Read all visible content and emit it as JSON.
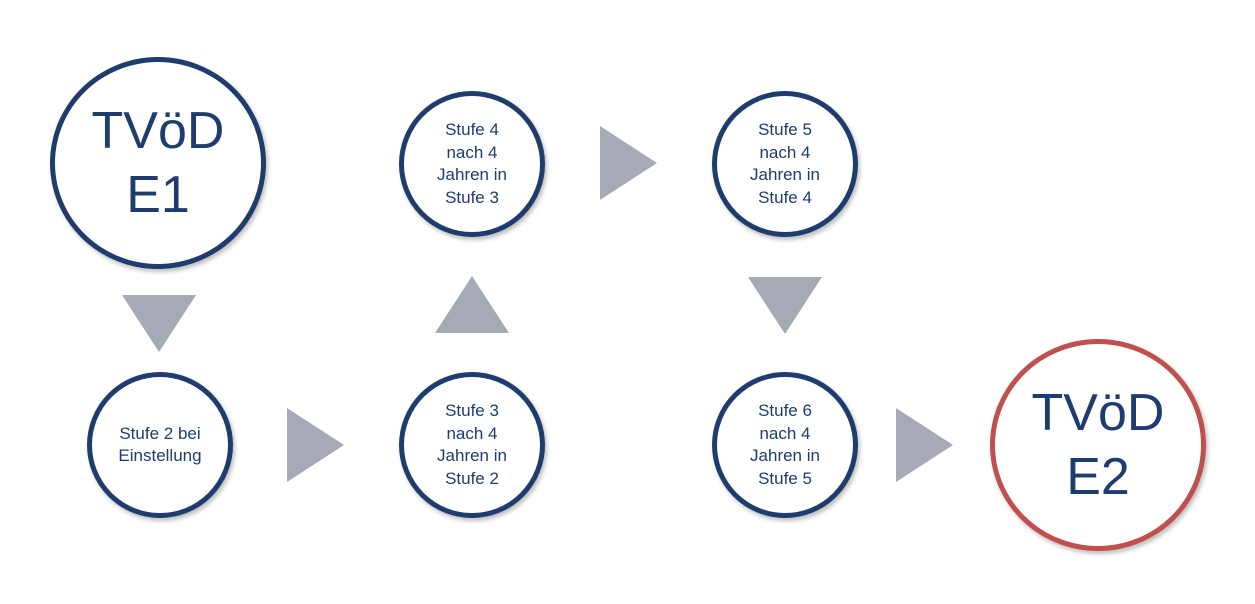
{
  "nodes": {
    "e1": {
      "label": "TVöD\nE1"
    },
    "stufe2": {
      "label": "Stufe 2 bei\nEinstellung"
    },
    "stufe3": {
      "label": "Stufe 3\nnach 4\nJahren in\nStufe 2"
    },
    "stufe4": {
      "label": "Stufe 4\nnach 4\nJahren in\nStufe 3"
    },
    "stufe5": {
      "label": "Stufe 5\nnach 4\nJahren in\nStufe 4"
    },
    "stufe6": {
      "label": "Stufe 6\nnach 4\nJahren in\nStufe 5"
    },
    "e2": {
      "label": "TVöD\nE2"
    }
  },
  "colors": {
    "node_border": "#1f3c6e",
    "target_border": "#c0504d",
    "arrow": "#a6a9b6",
    "text": "#1f3c6e"
  }
}
